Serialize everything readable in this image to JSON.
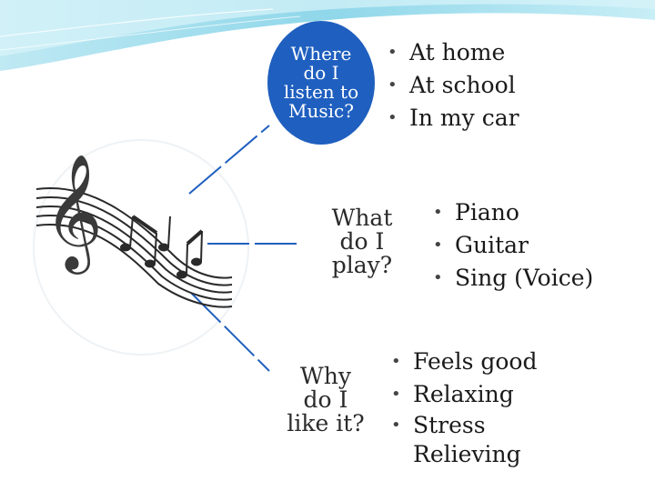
{
  "colors": {
    "accent_blue": "#1f5fbf",
    "teal_band": "#7fd0e6",
    "connector": "#1f5fbf"
  },
  "icons": {
    "music": "music-staff-treble-clef-icon"
  },
  "questions": [
    {
      "title": "Where do I listen to Music?",
      "lines": [
        "Where",
        "do I",
        "listen to",
        "Music?"
      ],
      "style": "blue",
      "answers": [
        "At home",
        "At school",
        "In my car"
      ]
    },
    {
      "title": "What do I play?",
      "lines": [
        "What",
        "do I",
        "play?"
      ],
      "style": "white",
      "answers": [
        "Piano",
        "Guitar",
        "Sing (Voice)"
      ]
    },
    {
      "title": "Why do I like it?",
      "lines": [
        "Why",
        "do I",
        "like it?"
      ],
      "style": "white",
      "answers": [
        "Feels good",
        "Relaxing",
        "Stress Relieving"
      ]
    }
  ]
}
